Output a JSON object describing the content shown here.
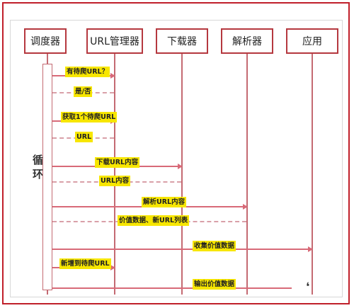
{
  "actors": [
    "调度器",
    "URL管理器",
    "下载器",
    "解析器",
    "应用"
  ],
  "loop_label": "循\n环",
  "messages": [
    {
      "label": "有待爬URL？",
      "style": "solid"
    },
    {
      "label": "是/否",
      "style": "dashed"
    },
    {
      "label": "获取1个待爬URL",
      "style": "solid"
    },
    {
      "label": "URL",
      "style": "dashed"
    },
    {
      "label": "下载URL内容",
      "style": "solid"
    },
    {
      "label": "URL内容",
      "style": "dashed"
    },
    {
      "label": "解析URL内容",
      "style": "solid"
    },
    {
      "label": "价值数据、新URL列表",
      "style": "dashed"
    },
    {
      "label": "收集价值数据",
      "style": "solid"
    },
    {
      "label": "新增到待爬URL",
      "style": "solid"
    },
    {
      "label": "输出价值数据",
      "style": "solid"
    }
  ],
  "colors": {
    "frame": "#c01f2a",
    "label_bg": "#f7e600",
    "arrow": "#d86a78"
  }
}
